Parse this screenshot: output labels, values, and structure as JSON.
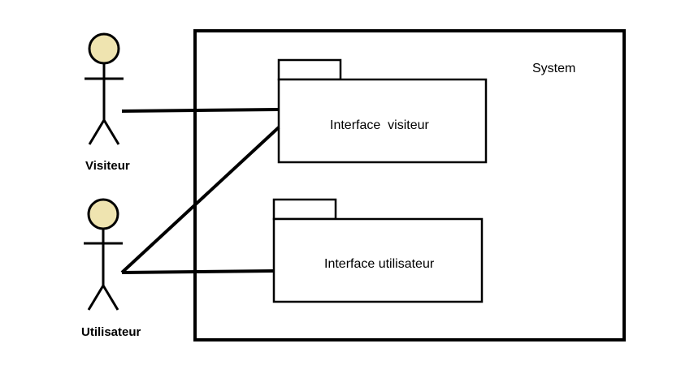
{
  "system": {
    "label": "System"
  },
  "actors": [
    {
      "id": "visiteur",
      "label": "Visiteur"
    },
    {
      "id": "utilisateur",
      "label": "Utilisateur"
    }
  ],
  "packages": [
    {
      "id": "interface-visiteur",
      "label": "Interface  visiteur"
    },
    {
      "id": "interface-utilisateur",
      "label": "Interface utilisateur"
    }
  ],
  "colors": {
    "stroke": "#000000",
    "actor_head_fill": "#efe4b0",
    "background": "#ffffff"
  }
}
